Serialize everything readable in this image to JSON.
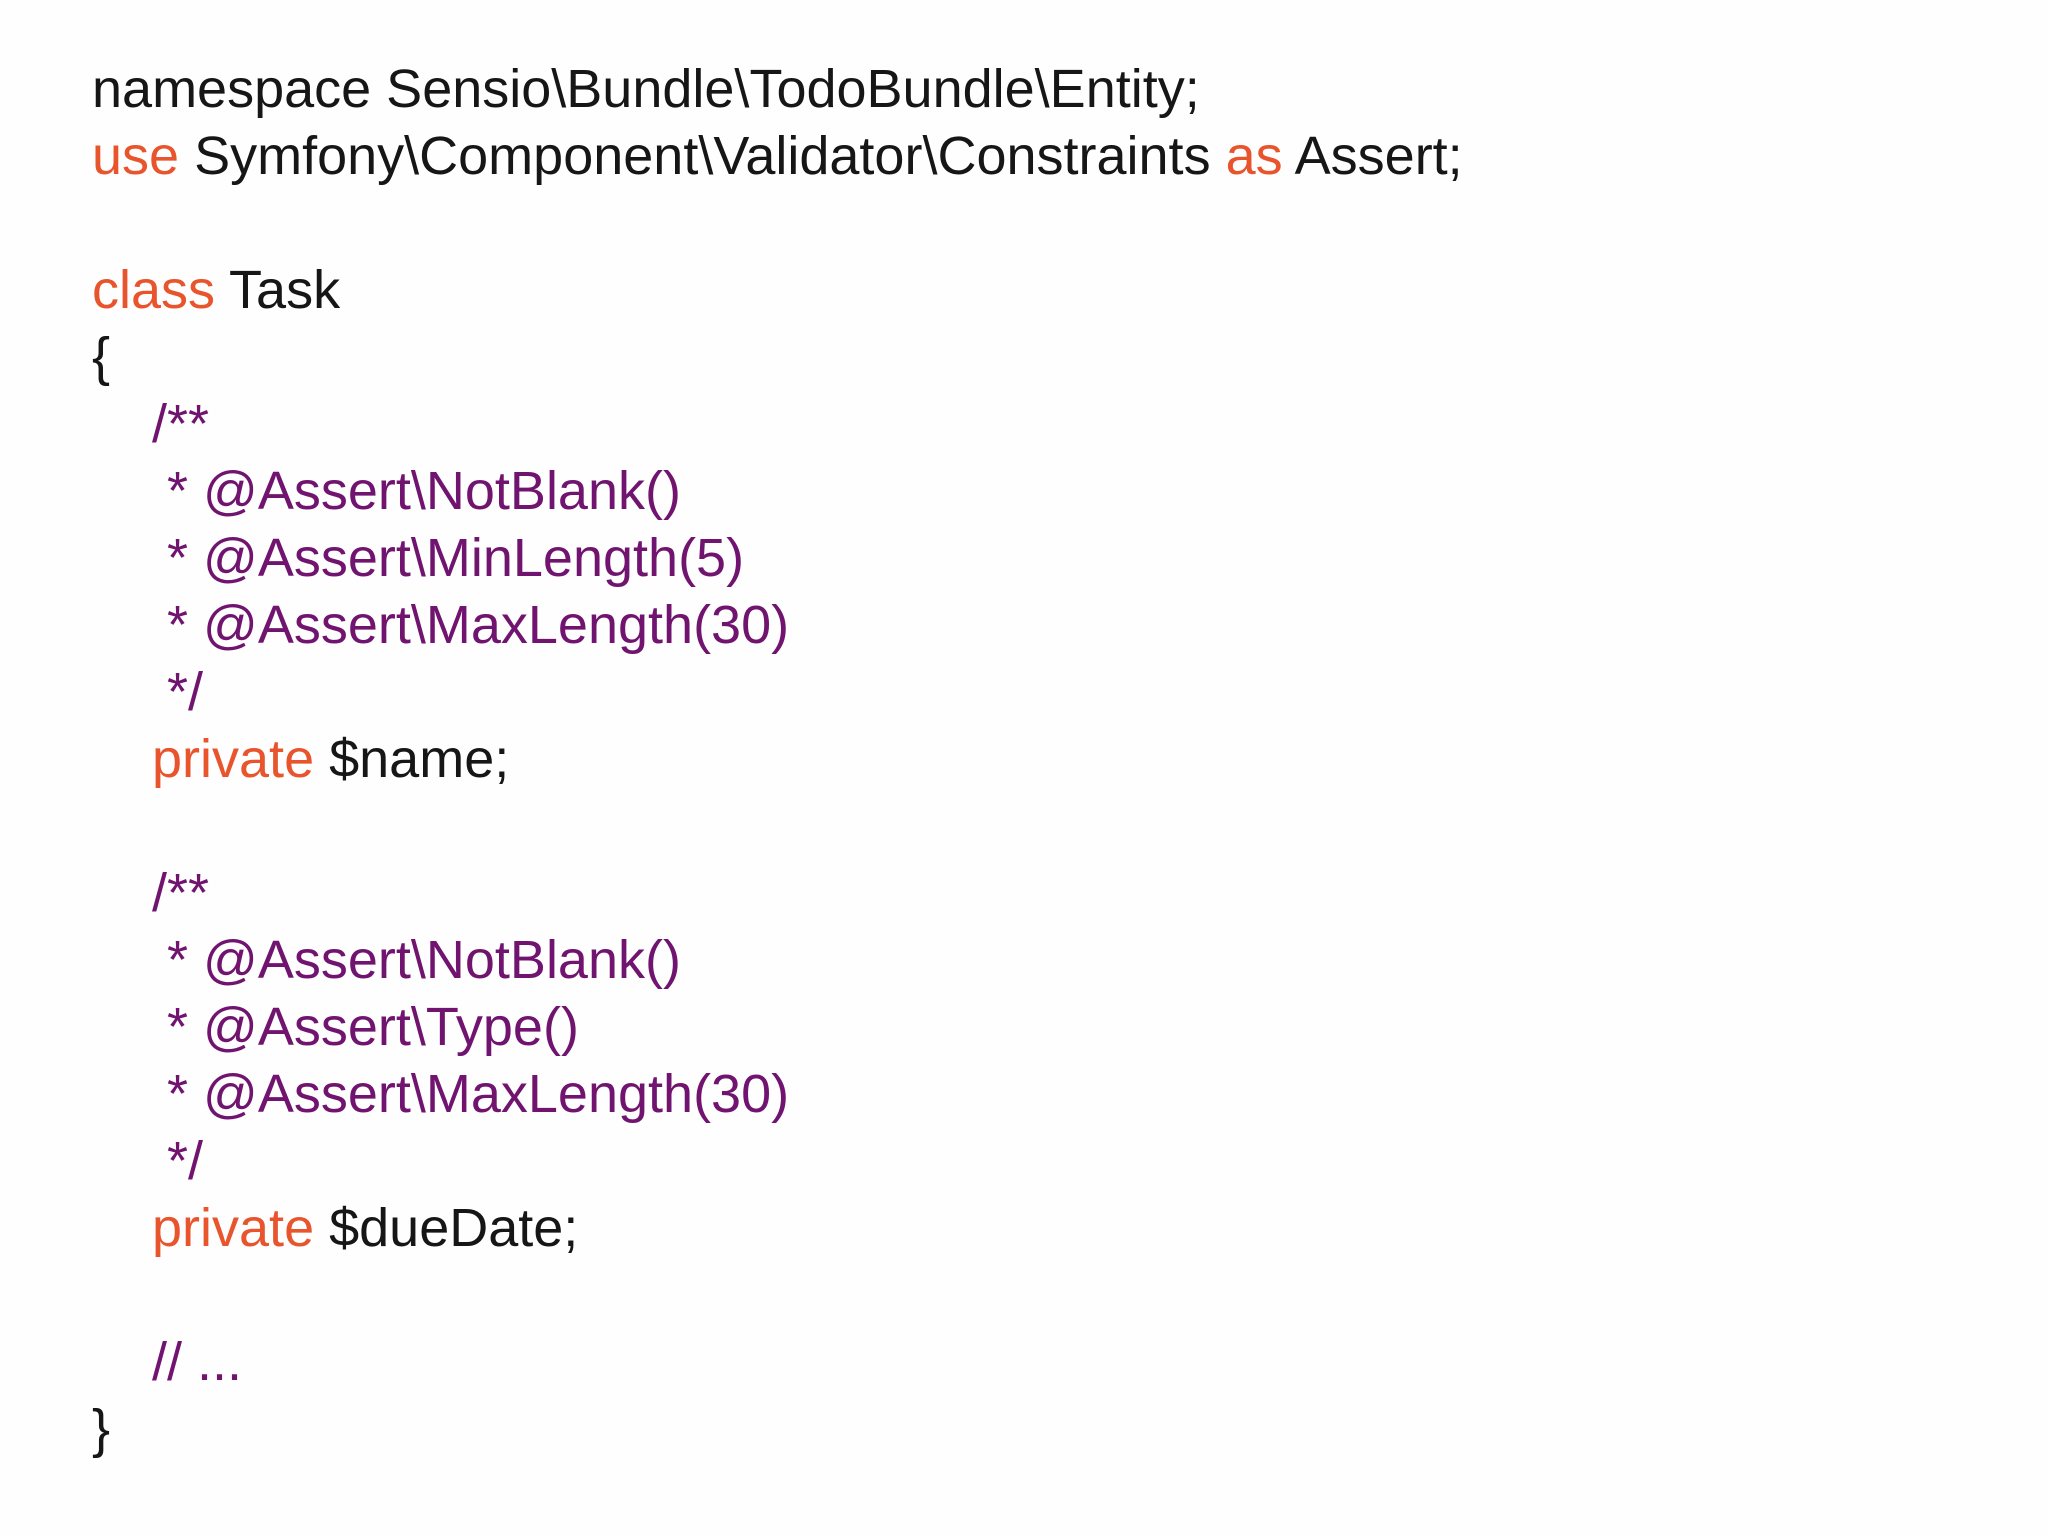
{
  "page": {
    "background": "#fefefe",
    "kind": "code-slide",
    "language": "php"
  },
  "colors": {
    "default": "#161616",
    "keyword": "#e8552d",
    "annotation": "#701470"
  },
  "code": {
    "lines": [
      {
        "segments": [
          {
            "t": "namespace Sensio\\Bundle\\TodoBundle\\Entity;",
            "c": "default"
          }
        ]
      },
      {
        "segments": [
          {
            "t": "use",
            "c": "keyword"
          },
          {
            "t": " Symfony\\Component\\Validator\\Constraints ",
            "c": "default"
          },
          {
            "t": "as",
            "c": "keyword"
          },
          {
            "t": " Assert;",
            "c": "default"
          }
        ]
      },
      {
        "segments": []
      },
      {
        "segments": [
          {
            "t": "class",
            "c": "keyword"
          },
          {
            "t": " Task",
            "c": "default"
          }
        ]
      },
      {
        "segments": [
          {
            "t": "{",
            "c": "default"
          }
        ]
      },
      {
        "segments": [
          {
            "t": "    /**",
            "c": "annotation"
          }
        ]
      },
      {
        "segments": [
          {
            "t": "     * @Assert\\NotBlank()",
            "c": "annotation"
          }
        ]
      },
      {
        "segments": [
          {
            "t": "     * @Assert\\MinLength(5)",
            "c": "annotation"
          }
        ]
      },
      {
        "segments": [
          {
            "t": "     * @Assert\\MaxLength(30)",
            "c": "annotation"
          }
        ]
      },
      {
        "segments": [
          {
            "t": "     */",
            "c": "annotation"
          }
        ]
      },
      {
        "segments": [
          {
            "t": "    ",
            "c": "default"
          },
          {
            "t": "private",
            "c": "keyword"
          },
          {
            "t": " $name;",
            "c": "default"
          }
        ]
      },
      {
        "segments": []
      },
      {
        "segments": [
          {
            "t": "    /**",
            "c": "annotation"
          }
        ]
      },
      {
        "segments": [
          {
            "t": "     * @Assert\\NotBlank()",
            "c": "annotation"
          }
        ]
      },
      {
        "segments": [
          {
            "t": "     * @Assert\\Type()",
            "c": "annotation"
          }
        ]
      },
      {
        "segments": [
          {
            "t": "     * @Assert\\MaxLength(30)",
            "c": "annotation"
          }
        ]
      },
      {
        "segments": [
          {
            "t": "     */",
            "c": "annotation"
          }
        ]
      },
      {
        "segments": [
          {
            "t": "    ",
            "c": "default"
          },
          {
            "t": "private",
            "c": "keyword"
          },
          {
            "t": " $dueDate;",
            "c": "default"
          }
        ]
      },
      {
        "segments": []
      },
      {
        "segments": [
          {
            "t": "    // ...",
            "c": "annotation"
          }
        ]
      },
      {
        "segments": [
          {
            "t": "}",
            "c": "default"
          }
        ]
      }
    ]
  }
}
